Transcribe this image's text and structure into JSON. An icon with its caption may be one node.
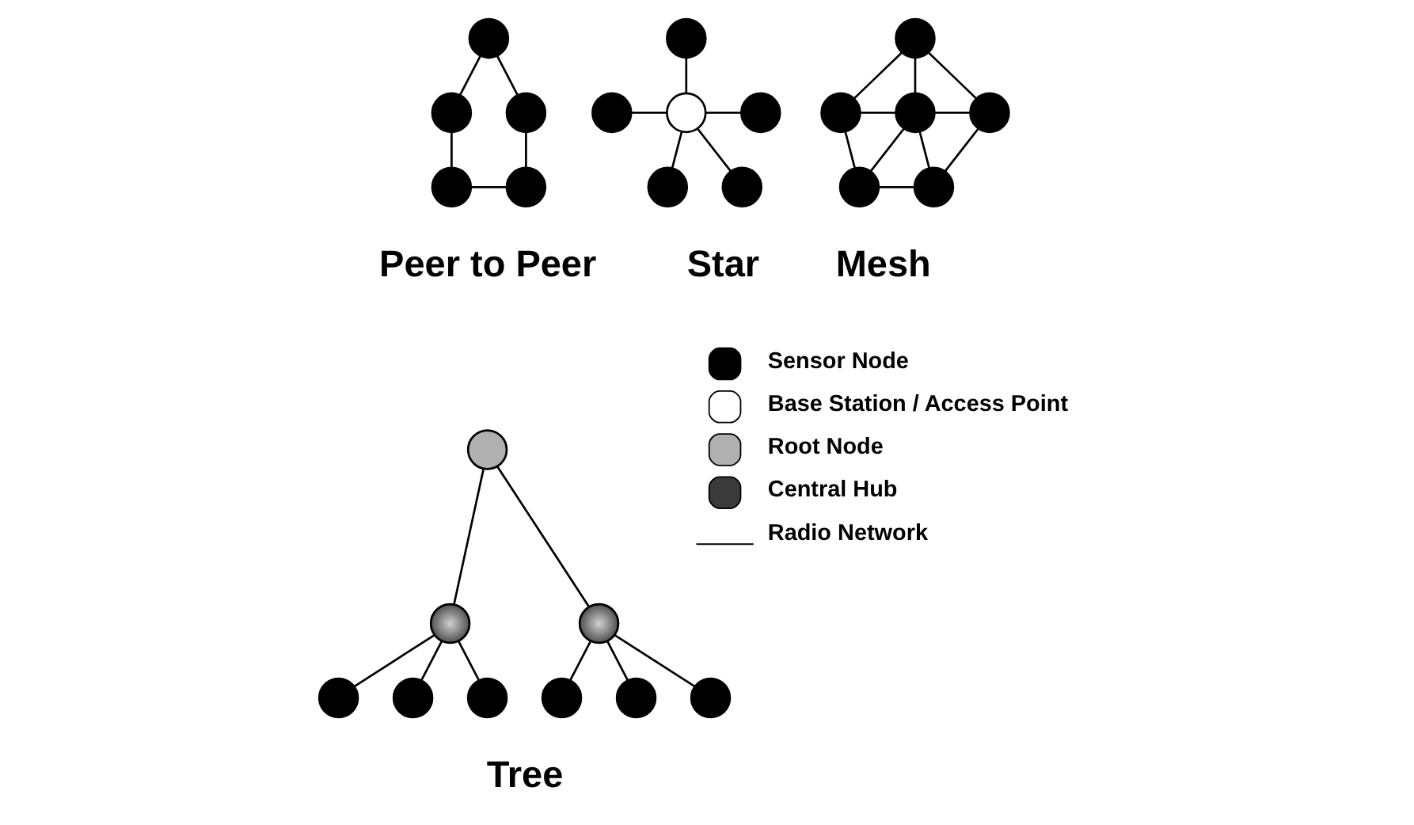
{
  "diagram": {
    "nodes": [
      {
        "text": [],
        "shape": "circle"
      },
      {
        "text": [],
        "shape": "circle"
      },
      {
        "text": [],
        "shape": "circle"
      },
      {
        "text": [],
        "shape": "circle"
      },
      {
        "text": [],
        "shape": "circle"
      },
      {
        "text": [],
        "shape": "circle"
      },
      {
        "text": [],
        "shape": "circle"
      },
      {
        "text": [],
        "shape": "circle"
      },
      {
        "text": [],
        "shape": "circle"
      },
      {
        "text": [],
        "shape": "circle"
      },
      {
        "text": [],
        "shape": "circle"
      },
      {
        "text": [],
        "shape": "circle"
      },
      {
        "text": [],
        "shape": "circle"
      },
      {
        "text": [],
        "shape": "circle"
      },
      {
        "text": [],
        "shape": "circle"
      },
      {
        "text": [],
        "shape": "circle"
      },
      {
        "text": [],
        "shape": "circle"
      },
      {
        "text": [],
        "shape": "circle"
      },
      {
        "text": [],
        "shape": "circle"
      },
      {
        "text": [],
        "shape": "circle"
      },
      {
        "text": [],
        "shape": "circle"
      },
      {
        "text": [],
        "shape": "circle"
      },
      {
        "text": [],
        "shape": "circle"
      },
      {
        "text": [],
        "shape": "circle"
      },
      {
        "text": [],
        "shape": "circle"
      },
      {
        "text": [],
        "shape": "circle"
      }
    ],
    "edges": [
      {
        "from": 0,
        "to": 1,
        "arrow": "none"
      },
      {
        "from": 0,
        "to": 2,
        "arrow": "none"
      },
      {
        "from": 1,
        "to": 3,
        "arrow": "none"
      },
      {
        "from": 2,
        "to": 4,
        "arrow": "none"
      },
      {
        "from": 3,
        "to": 4,
        "arrow": "none"
      },
      {
        "from": 5,
        "to": 7,
        "arrow": "none"
      },
      {
        "from": 6,
        "to": 7,
        "arrow": "none"
      },
      {
        "from": 7,
        "to": 8,
        "arrow": "none"
      },
      {
        "from": 7,
        "to": 9,
        "arrow": "none"
      },
      {
        "from": 7,
        "to": 10,
        "arrow": "none"
      },
      {
        "from": 11,
        "to": 12,
        "arrow": "none"
      },
      {
        "from": 11,
        "to": 13,
        "arrow": "none"
      },
      {
        "from": 11,
        "to": 14,
        "arrow": "none"
      },
      {
        "from": 12,
        "to": 13,
        "arrow": "none"
      },
      {
        "from": 13,
        "to": 14,
        "arrow": "none"
      },
      {
        "from": 12,
        "to": 15,
        "arrow": "none"
      },
      {
        "from": 13,
        "to": 15,
        "arrow": "none"
      },
      {
        "from": 13,
        "to": 16,
        "arrow": "none"
      },
      {
        "from": 14,
        "to": 16,
        "arrow": "none"
      },
      {
        "from": 15,
        "to": 16,
        "arrow": "none"
      },
      {
        "from": 17,
        "to": 18,
        "arrow": "none"
      },
      {
        "from": 17,
        "to": 19,
        "arrow": "none"
      },
      {
        "from": 18,
        "to": 20,
        "arrow": "none"
      },
      {
        "from": 18,
        "to": 21,
        "arrow": "none"
      },
      {
        "from": 18,
        "to": 22,
        "arrow": "none"
      },
      {
        "from": 19,
        "to": 23,
        "arrow": "none"
      },
      {
        "from": 19,
        "to": 24,
        "arrow": "none"
      },
      {
        "from": 19,
        "to": 25,
        "arrow": "none"
      }
    ],
    "labels": [
      "Peer to Peer",
      "Star",
      "Mesh",
      "Tree"
    ],
    "legend": [
      {
        "text": "Sensor Node",
        "color": "#000000"
      },
      {
        "text": "Base Station / Access Point",
        "color": "#ffffff"
      },
      {
        "text": "Root Node",
        "color": "#b0b0b0"
      },
      {
        "text": "Central Hub",
        "color": "#3a3a3a"
      },
      {
        "text": "Radio Network"
      }
    ]
  }
}
